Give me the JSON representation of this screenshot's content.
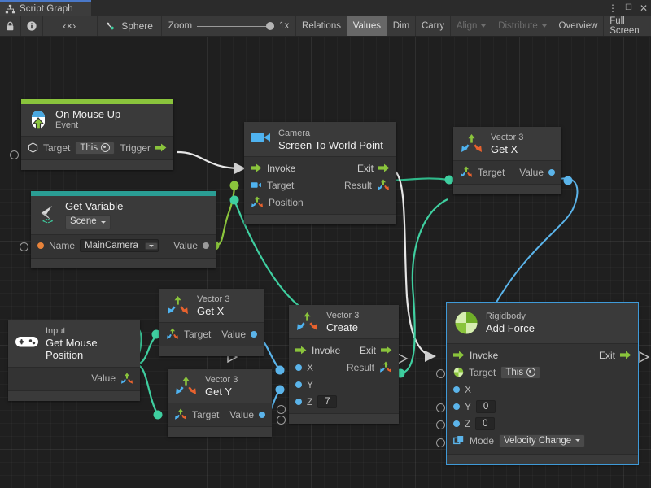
{
  "window": {
    "tab_title": "Script Graph",
    "tab_icon": "graph-icon",
    "menu_icon": "kebab-menu-icon",
    "maximize_icon": "maximize-icon",
    "close_icon": "close-icon"
  },
  "toolbar": {
    "lock_icon": "lock-icon",
    "info_icon": "info-icon",
    "code_label": "‹×›",
    "object_icon": "script-graph-asset-icon",
    "object_label": "Sphere",
    "zoom_label": "Zoom",
    "zoom_value": "1x",
    "zoom_percent": 100,
    "buttons": [
      {
        "label": "Relations",
        "state": "normal"
      },
      {
        "label": "Values",
        "state": "active"
      },
      {
        "label": "Dim",
        "state": "normal"
      },
      {
        "label": "Carry",
        "state": "normal"
      },
      {
        "label": "Align",
        "state": "disabled",
        "caret": true
      },
      {
        "label": "Distribute",
        "state": "disabled",
        "caret": true
      },
      {
        "label": "Overview",
        "state": "normal"
      },
      {
        "label": "Full Screen",
        "state": "normal"
      }
    ]
  },
  "colors": {
    "event_accent": "#8ac43c",
    "variable_accent": "#2a9d94",
    "selection": "#3f9ad8",
    "control_wire": "#e6e6e6",
    "value_wire_teal": "#3fcfa0",
    "value_wire_blue": "#5bb4ea",
    "value_wire_green": "#8ac43c",
    "canvas": "#1f1f1f",
    "node_header": "#3a3a3a",
    "node_body": "#333333"
  },
  "nodes": {
    "on_mouse_up": {
      "subtitle": "On Mouse Up",
      "title": "Event",
      "icon": "mouse-up-event-icon",
      "ports": {
        "target_label": "Target",
        "target_value": "This",
        "target_icon": "gameobject-icon",
        "trigger_label": "Trigger"
      }
    },
    "get_variable": {
      "subtitle": "Get Variable",
      "scope": "Scene",
      "icon": "variable-icon",
      "ports": {
        "name_label": "Name",
        "name_value": "MainCamera",
        "value_label": "Value"
      }
    },
    "screen_to_world": {
      "subtitle": "Camera",
      "title": "Screen To World Point",
      "icon": "camera-icon",
      "ports": {
        "invoke": "Invoke",
        "exit": "Exit",
        "target": "Target",
        "result": "Result",
        "position": "Position"
      }
    },
    "vector3_getx_top": {
      "subtitle": "Vector 3",
      "title": "Get X",
      "icon": "vector3-icon",
      "ports": {
        "target": "Target",
        "value": "Value"
      }
    },
    "vector3_getx_mid": {
      "subtitle": "Vector 3",
      "title": "Get X",
      "icon": "vector3-icon",
      "ports": {
        "target": "Target",
        "value": "Value"
      }
    },
    "vector3_gety": {
      "subtitle": "Vector 3",
      "title": "Get Y",
      "icon": "vector3-icon",
      "ports": {
        "target": "Target",
        "value": "Value"
      }
    },
    "get_mouse_position": {
      "subtitle": "Input",
      "title": "Get Mouse Position",
      "icon": "gamepad-icon",
      "ports": {
        "value": "Value"
      }
    },
    "vector3_create": {
      "subtitle": "Vector 3",
      "title": "Create",
      "icon": "vector3-icon",
      "ports": {
        "invoke": "Invoke",
        "exit": "Exit",
        "x": "X",
        "y": "Y",
        "z": "Z",
        "z_value": "7",
        "result": "Result"
      }
    },
    "add_force": {
      "subtitle": "Rigidbody",
      "title": "Add Force",
      "icon": "rigidbody-icon",
      "selected": true,
      "ports": {
        "invoke": "Invoke",
        "exit": "Exit",
        "target": "Target",
        "target_value": "This",
        "x": "X",
        "y": "Y",
        "y_value": "0",
        "z": "Z",
        "z_value": "0",
        "mode_label": "Mode",
        "mode_value": "Velocity Change",
        "mode_icon": "enum-icon"
      }
    }
  }
}
